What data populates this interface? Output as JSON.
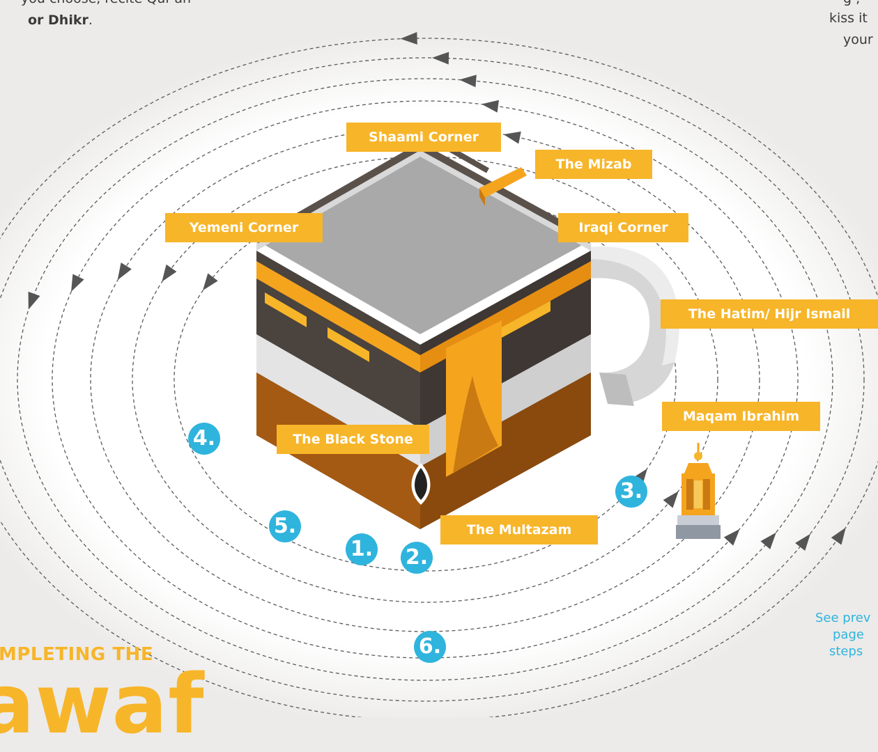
{
  "intro_text": {
    "line1": "you choose, recite Qur'an",
    "line2_bold": "or Dhikr",
    "line2_tail": "."
  },
  "right_text": {
    "line1": "g ,",
    "line2": "kiss it",
    "line3": "your"
  },
  "labels": {
    "shaami_corner": "Shaami Corner",
    "mizab": "The Mizab",
    "yemeni_corner": "Yemeni Corner",
    "iraqi_corner": "Iraqi Corner",
    "hatim": "The Hatim/ Hijr Ismail",
    "maqam_ibrahim": "Maqam Ibrahim",
    "black_stone": "The Black Stone",
    "multazam": "The Multazam"
  },
  "step_numbers": [
    "1.",
    "2.",
    "3.",
    "4.",
    "5.",
    "6."
  ],
  "side_note": {
    "line1": "See prev",
    "line2": "page",
    "line3": "steps"
  },
  "heading": {
    "small": "MPLETING THE",
    "big": "awaf"
  },
  "colors": {
    "background": "#ecebe9",
    "label_bg": "#f7b529",
    "step_circle": "#2fb4dd",
    "kaaba_black": "#4a433e",
    "kaaba_gold": "#f5a41e",
    "roof_grey": "#a9a9a9"
  },
  "icons": {
    "kaaba": "kaaba-illustration",
    "maqam_ibrahim": "maqam-ibrahim-shrine",
    "black_stone": "black-stone-icon",
    "circuit_arrows": "counterclockwise-arrow-icon"
  }
}
